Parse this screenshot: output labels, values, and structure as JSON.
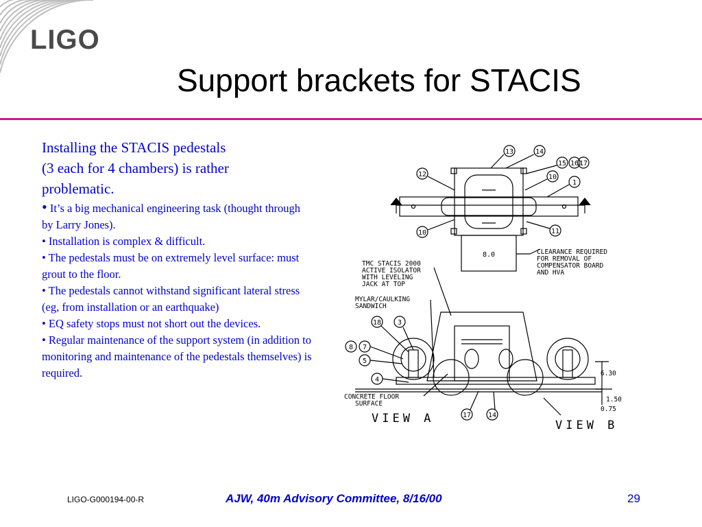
{
  "logo": {
    "text": "LIGO"
  },
  "title": "Support brackets for STACIS",
  "intro": {
    "lines": [
      "Installing the STACIS pedestals",
      "(3 each for 4 chambers) is rather",
      "problematic."
    ]
  },
  "bullets": [
    "It’s a big mechanical engineering task (thought through by Larry Jones).",
    "Installation is complex & difficult.",
    "The pedestals must be on extremely level surface: must grout to the floor.",
    "The pedestals cannot withstand significant lateral stress (eg, from installation or an earthquake)",
    "EQ safety stops must not short out the devices.",
    "Regular maintenance of the support system (in addition to monitoring and maintenance of the pedestals themselves) is required."
  ],
  "diagram": {
    "top_callouts": [
      "12",
      "13",
      "14",
      "15",
      "16",
      "17",
      "10",
      "1",
      "10",
      "11"
    ],
    "dim_top": "8.0",
    "clearance_note": [
      "CLEARANCE REQUIRED",
      "FOR REMOVAL OF",
      "COMPENSATOR BOARD",
      "AND HVA"
    ],
    "stacis_note": [
      "TMC STACIS 2000",
      "ACTIVE ISOLATOR",
      "WITH LEVELING",
      "JACK AT TOP"
    ],
    "mylar_note": [
      "MYLAR/CAULKING",
      "SANDWICH"
    ],
    "bottom_callouts": [
      "18",
      "3",
      "8",
      "7",
      "5",
      "4",
      "17",
      "14"
    ],
    "dims_side": [
      "6.30",
      "1.50",
      "0.75"
    ],
    "floor_note": [
      "CONCRETE FLOOR",
      "SURFACE"
    ],
    "view_a": "VIEW A",
    "view_b": "VIEW B"
  },
  "footer": {
    "doc_id": "LIGO-G000194-00-R",
    "center": "AJW, 40m Advisory Committee, 8/16/00",
    "page": "29"
  },
  "colors": {
    "accent_rule": "#cc1b8a",
    "body_text": "#0000cc",
    "logo": "#4a4a4a"
  }
}
